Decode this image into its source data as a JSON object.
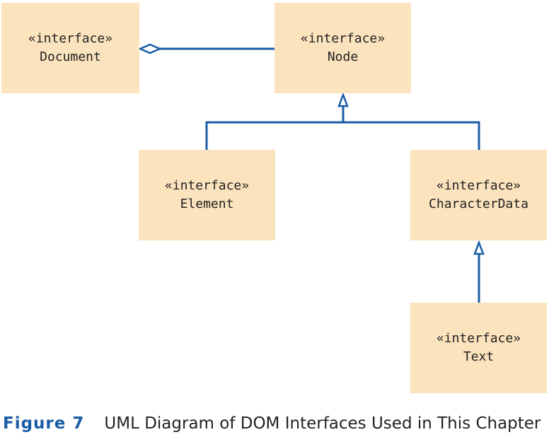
{
  "diagram": {
    "boxes": [
      {
        "id": "document",
        "stereotype": "«interface»",
        "name": "Document"
      },
      {
        "id": "node",
        "stereotype": "«interface»",
        "name": "Node"
      },
      {
        "id": "element",
        "stereotype": "«interface»",
        "name": "Element"
      },
      {
        "id": "characterdata",
        "stereotype": "«interface»",
        "name": "CharacterData"
      },
      {
        "id": "text",
        "stereotype": "«interface»",
        "name": "Text"
      }
    ],
    "relations": [
      {
        "from": "document",
        "to": "node",
        "type": "aggregation"
      },
      {
        "from": "element",
        "to": "node",
        "type": "inheritance"
      },
      {
        "from": "characterdata",
        "to": "node",
        "type": "inheritance"
      },
      {
        "from": "text",
        "to": "characterdata",
        "type": "inheritance"
      }
    ],
    "line_color": "#1a5da6",
    "box_color": "#fbe3bd"
  },
  "caption": {
    "figure_label": "Figure 7",
    "text": "UML Diagram of DOM Interfaces Used in This Chapter"
  }
}
